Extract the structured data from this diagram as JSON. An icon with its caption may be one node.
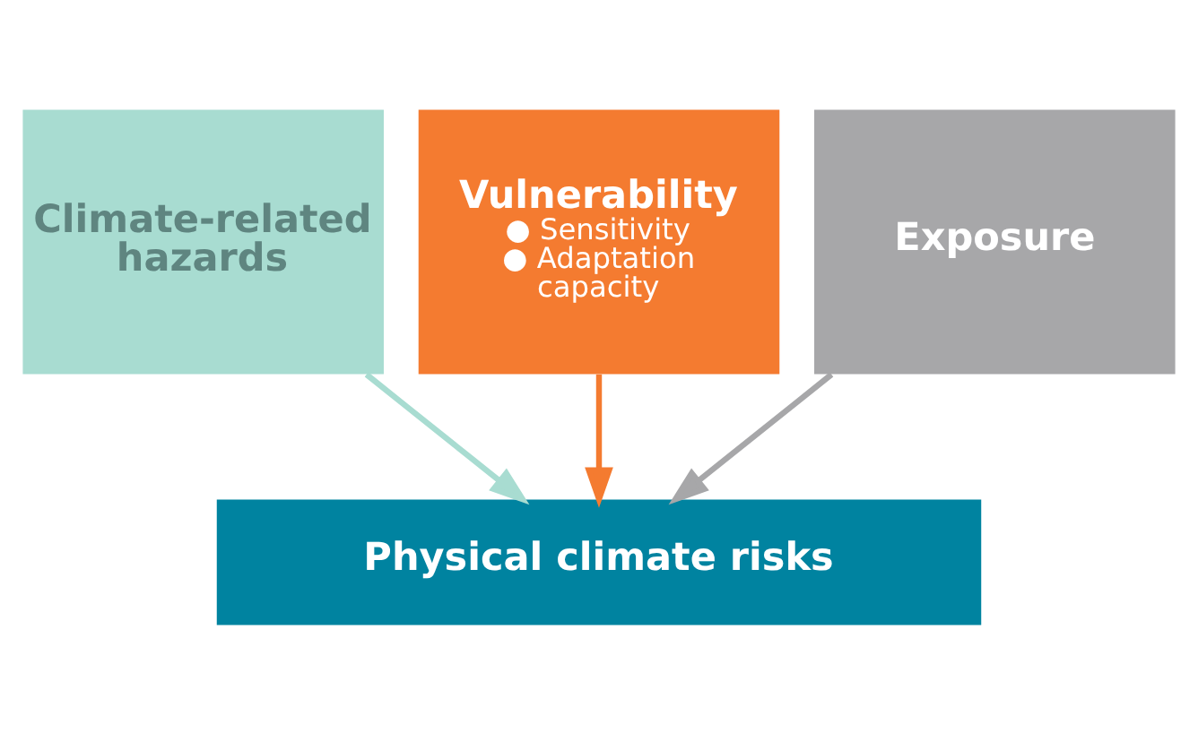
{
  "diagram": {
    "nodes": [
      {
        "text": [
          "Climate-related hazards"
        ]
      },
      {
        "text": [
          "Vulnerability",
          "● Sensitivity",
          "● Adaptation capacity"
        ]
      },
      {
        "text": [
          "Exposure"
        ]
      },
      {
        "text": [
          "Physical climate risks"
        ]
      }
    ],
    "edges": [
      {
        "from": 0,
        "to": 3,
        "arrow": "to",
        "color": "#a8dcd1"
      },
      {
        "from": 1,
        "to": 3,
        "arrow": "to",
        "color": "#f47b30"
      },
      {
        "from": 2,
        "to": 3,
        "arrow": "to",
        "color": "#a7a7a9"
      }
    ]
  }
}
